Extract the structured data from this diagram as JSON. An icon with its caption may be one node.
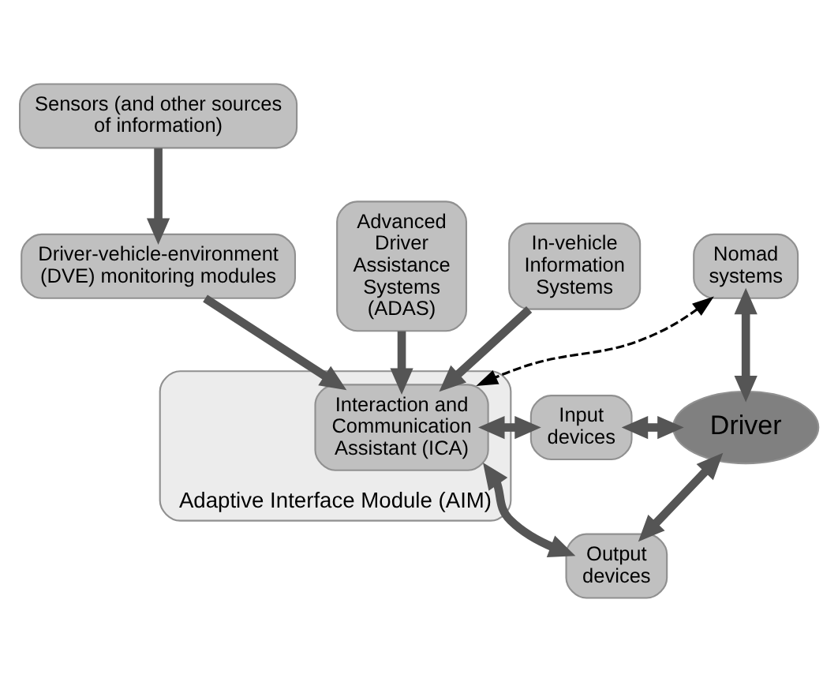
{
  "diagram": {
    "nodes": [
      {
        "text": [
          "Sensors (and other sources of information)"
        ]
      },
      {
        "text": [
          "Driver-vehicle-environment (DVE) monitoring modules"
        ]
      },
      {
        "text": [
          "Nomad systems"
        ]
      },
      {
        "text": [
          "Advanced Driver Assistance Systems (ADAS)"
        ]
      },
      {
        "text": [
          "In-vehicle Information Systems"
        ]
      },
      {
        "text": [
          "Adaptive Interface Module (AIM)"
        ]
      },
      {
        "text": [
          "Interaction and Communication Assistant (ICA)"
        ],
        "in": 5
      },
      {
        "text": [
          "Input devices"
        ]
      },
      {
        "text": [
          "Output devices"
        ]
      },
      {
        "text": [
          "Driver"
        ]
      }
    ],
    "edges": [
      {
        "from": 0,
        "to": 1,
        "arrow": "to"
      },
      {
        "from": 1,
        "to": 6,
        "arrow": "to"
      },
      {
        "from": 2,
        "to": 6,
        "arrow": "both",
        "style": "dashed",
        "color": "#000000"
      },
      {
        "from": 2,
        "to": 9,
        "arrow": "both"
      },
      {
        "from": 3,
        "to": 6,
        "arrow": "to"
      },
      {
        "from": 4,
        "to": 6,
        "arrow": "to"
      },
      {
        "from": 6,
        "to": 7,
        "arrow": "both"
      },
      {
        "from": 6,
        "to": 8,
        "arrow": "both"
      },
      {
        "from": 7,
        "to": 9,
        "arrow": "both"
      },
      {
        "from": 8,
        "to": 9,
        "arrow": "both"
      }
    ]
  }
}
